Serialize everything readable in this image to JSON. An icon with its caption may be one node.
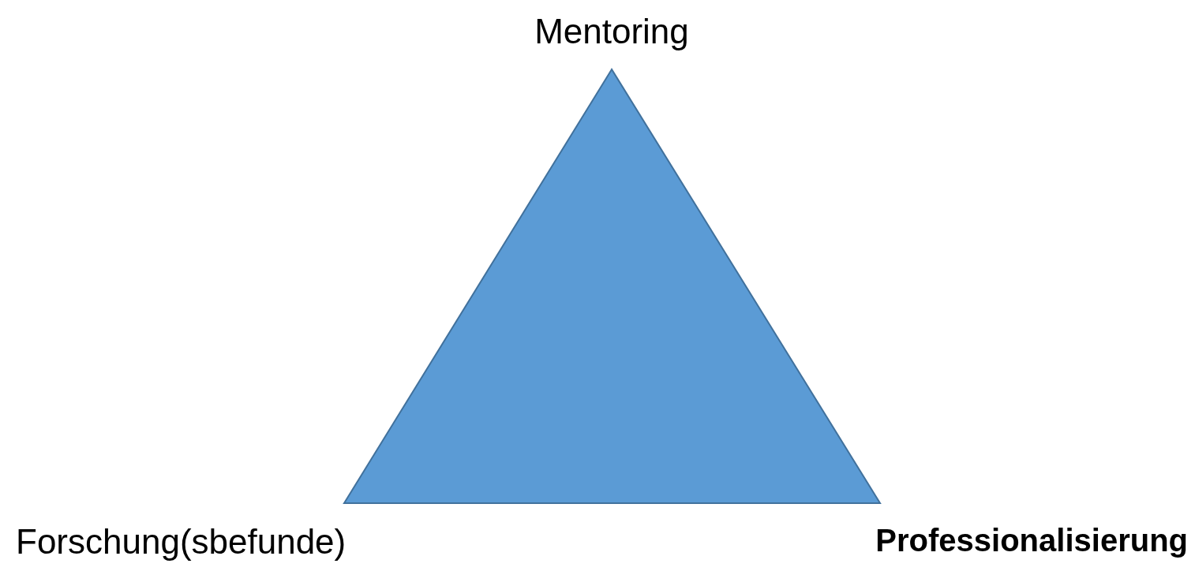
{
  "diagram": {
    "labels": [
      "Mentoring",
      "Forschung(sbefunde)",
      "Professionalisierung"
    ]
  }
}
